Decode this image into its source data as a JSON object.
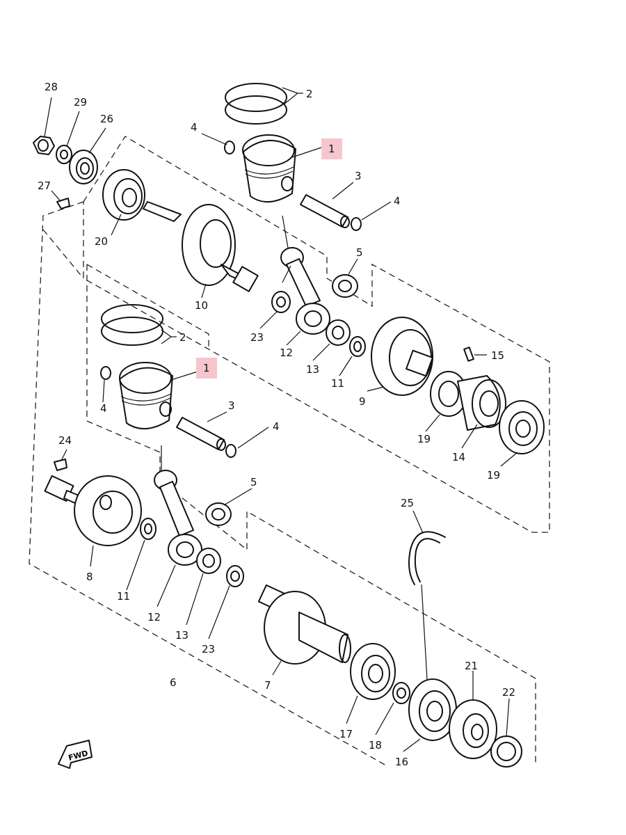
{
  "diagram": {
    "labels": {
      "l28": "28",
      "l29": "29",
      "l26": "26",
      "l27": "27",
      "l20": "20",
      "l10": "10",
      "l2a": "2",
      "l4a": "4",
      "l1a": "1",
      "l3a": "3",
      "l4b": "4",
      "l5a": "5",
      "l23a": "23",
      "l12a": "12",
      "l13a": "13",
      "l11a": "11",
      "l9": "9",
      "l15": "15",
      "l19a": "19",
      "l14": "14",
      "l19b": "19",
      "l2b": "2",
      "l1b": "1",
      "l4c": "4",
      "l3b": "3",
      "l4d": "4",
      "l5b": "5",
      "l24": "24",
      "l8": "8",
      "l11b": "11",
      "l12b": "12",
      "l13b": "13",
      "l23b": "23",
      "l6": "6",
      "l25": "25",
      "l7": "7",
      "l17": "17",
      "l18": "18",
      "l16": "16",
      "l21": "21",
      "l22": "22"
    },
    "fwd_label": "FWD",
    "highlight_color": "#f6c6cc"
  }
}
